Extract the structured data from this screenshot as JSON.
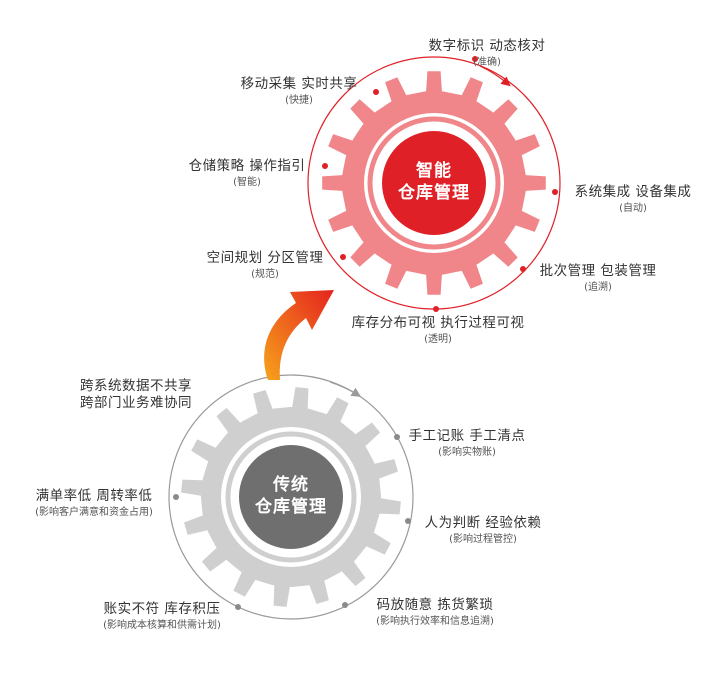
{
  "smart": {
    "title_line1": "智能",
    "title_line2": "仓库管理",
    "color_outer": "#f0868a",
    "color_ring": "#e2383c",
    "color_core": "#e02027",
    "labels": [
      {
        "main": "数字标识  动态核对",
        "sub": "(准确)"
      },
      {
        "main": "移动采集  实时共享",
        "sub": "(快捷)"
      },
      {
        "main": "仓储策略  操作指引",
        "sub": "(智能)"
      },
      {
        "main": "系统集成  设备集成",
        "sub": "(自动)"
      },
      {
        "main": "空间规划  分区管理",
        "sub": "(规范)"
      },
      {
        "main": "批次管理  包装管理",
        "sub": "(追溯)"
      },
      {
        "main": "库存分布可视  执行过程可视",
        "sub": "(透明)"
      }
    ]
  },
  "traditional": {
    "title_line1": "传统",
    "title_line2": "仓库管理",
    "color_outer": "#cfcfcf",
    "color_ring": "#9a9a9a",
    "color_core": "#6f6f6f",
    "labels": [
      {
        "line1": "跨系统数据不共享",
        "line2": "跨部门业务难协同"
      },
      {
        "main": "手工记账  手工清点",
        "sub": "(影响实物账)"
      },
      {
        "main": "满单率低  周转率低",
        "sub": "(影响客户满意和资金占用)"
      },
      {
        "main": "人为判断  经验依赖",
        "sub": "(影响过程管控)"
      },
      {
        "main": "账实不符  库存积压",
        "sub": "(影响成本核算和供需计划)"
      },
      {
        "main": "码放随意  拣货繁琐",
        "sub": "(影响执行效率和信息追溯)"
      }
    ]
  },
  "arrow": {
    "color_start": "#f7a21b",
    "color_end": "#e4231f"
  }
}
